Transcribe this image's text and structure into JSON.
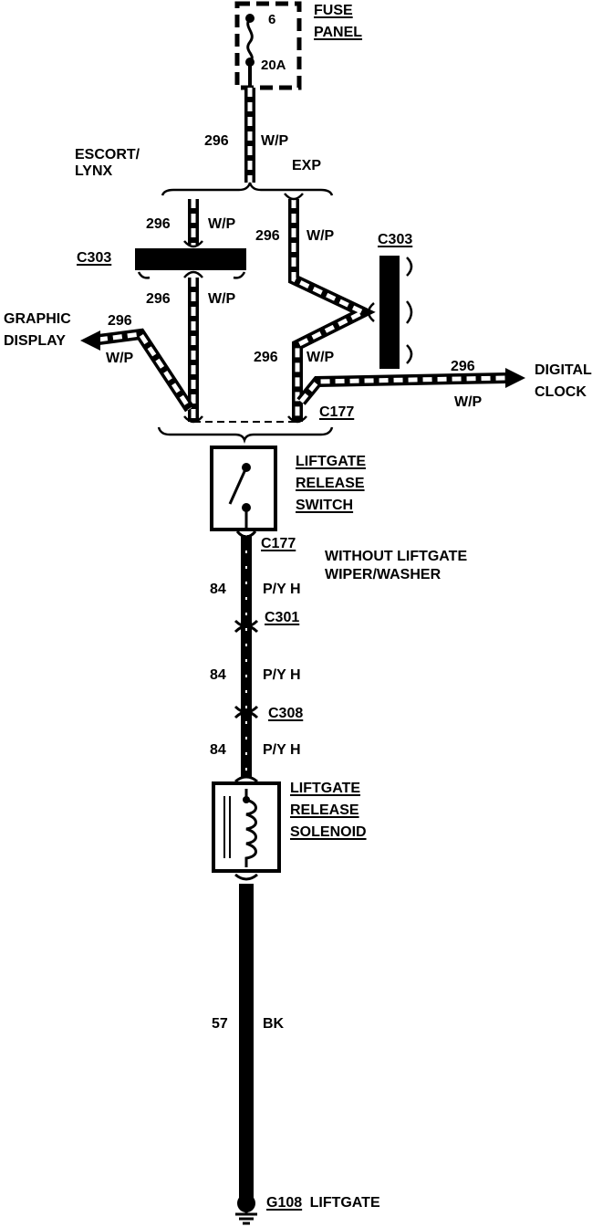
{
  "fuse_panel": {
    "line1": "FUSE",
    "line2": "PANEL",
    "fuse_number": "6",
    "rating": "20A"
  },
  "wires": {
    "w296": {
      "circuit": "296",
      "color": "W/P"
    },
    "w84": {
      "circuit": "84",
      "color": "P/Y H"
    },
    "w57": {
      "circuit": "57",
      "color": "BK"
    }
  },
  "variants": {
    "escort_line1": "ESCORT/",
    "escort_line2": "LYNX",
    "exp": "EXP"
  },
  "connectors": {
    "c303": "C303",
    "c177": "C177",
    "c301": "C301",
    "c308": "C308"
  },
  "destinations": {
    "graphic_line1": "GRAPHIC",
    "graphic_line2": "DISPLAY",
    "digital_line1": "DIGITAL",
    "digital_line2": "CLOCK"
  },
  "liftgate_switch": {
    "line1": "LIFTGATE",
    "line2": "RELEASE",
    "line3": "SWITCH"
  },
  "condition": {
    "line1": "WITHOUT LIFTGATE",
    "line2": "WIPER/WASHER"
  },
  "liftgate_solenoid": {
    "line1": "LIFTGATE",
    "line2": "RELEASE",
    "line3": "SOLENOID"
  },
  "ground": {
    "id": "G108",
    "location": "LIFTGATE"
  },
  "colors": {
    "ink": "#000000",
    "paper": "#ffffff"
  }
}
